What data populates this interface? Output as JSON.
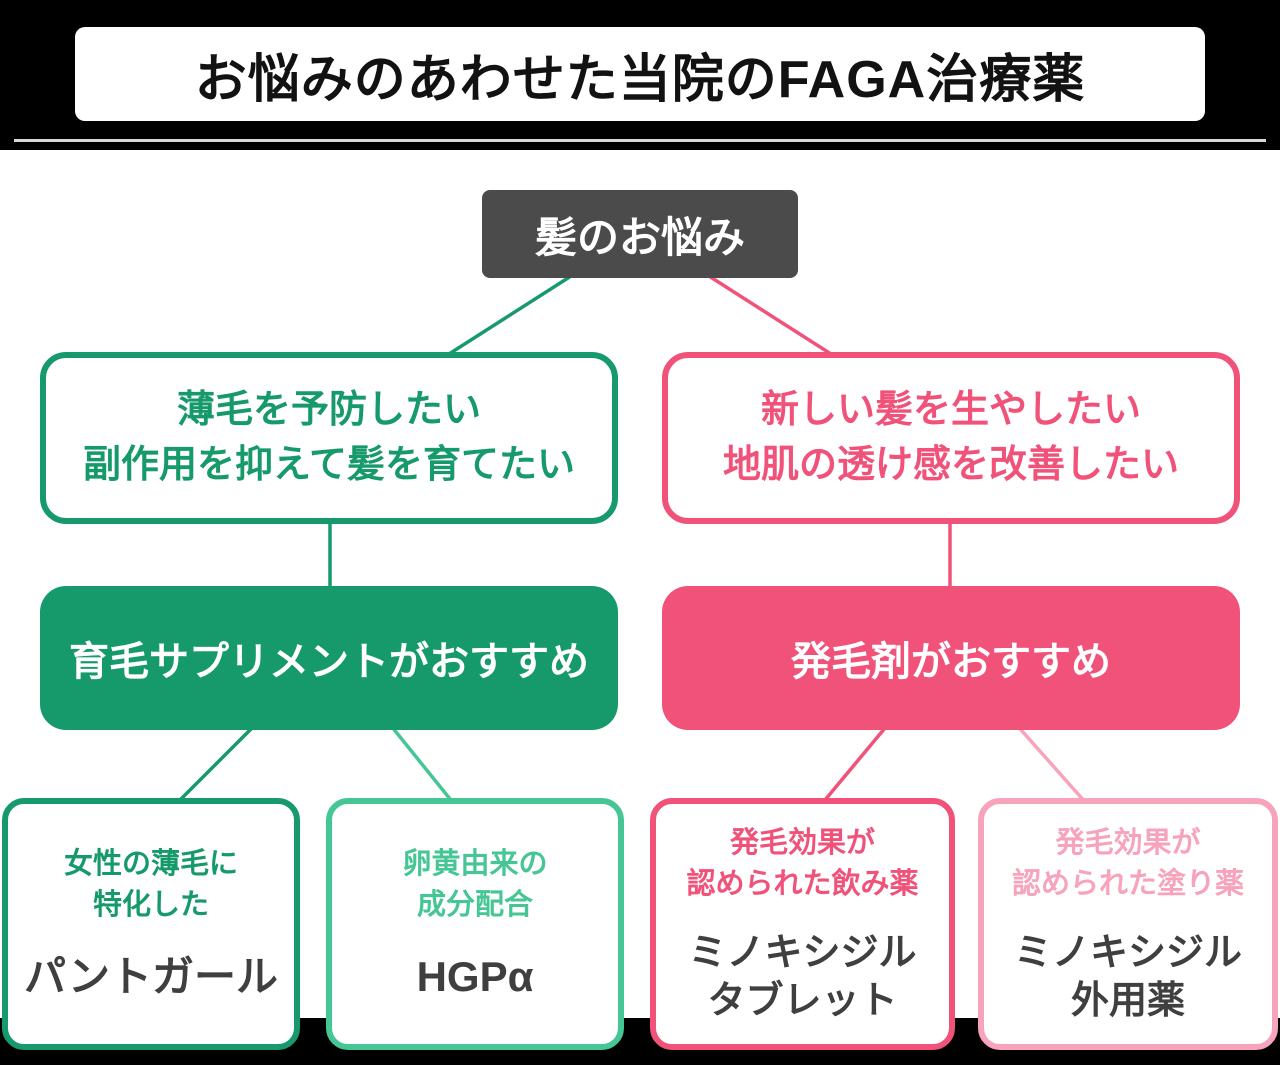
{
  "title": "お悩みのあわせた当院のFAGA治療薬",
  "root": {
    "label": "髪のお悩み"
  },
  "left_branch": {
    "condition": {
      "line1": "薄毛を予防したい",
      "line2": "副作用を抑えて髪を育てたい"
    },
    "recommendation": "育毛サプリメントがおすすめ",
    "products": [
      {
        "desc1": "女性の薄毛に",
        "desc2": "特化した",
        "name1": "パントガール",
        "name2": ""
      },
      {
        "desc1": "卵黄由来の",
        "desc2": "成分配合",
        "name1": "HGPα",
        "name2": ""
      }
    ]
  },
  "right_branch": {
    "condition": {
      "line1": "新しい髪を生やしたい",
      "line2": "地肌の透け感を改善したい"
    },
    "recommendation": "発毛剤がおすすめ",
    "products": [
      {
        "desc1": "発毛効果が",
        "desc2": "認められた飲み薬",
        "name1": "ミノキシジル",
        "name2": "タブレット"
      },
      {
        "desc1": "発毛効果が",
        "desc2": "認められた塗り薬",
        "name1": "ミノキシジル",
        "name2": "外用薬"
      }
    ]
  },
  "colors": {
    "green": "#179a6b",
    "mint": "#45c694",
    "pink": "#f0527a",
    "light_pink": "#f7a3bb",
    "dark": "#4b4b4b",
    "name_text": "#3f3f3f"
  }
}
